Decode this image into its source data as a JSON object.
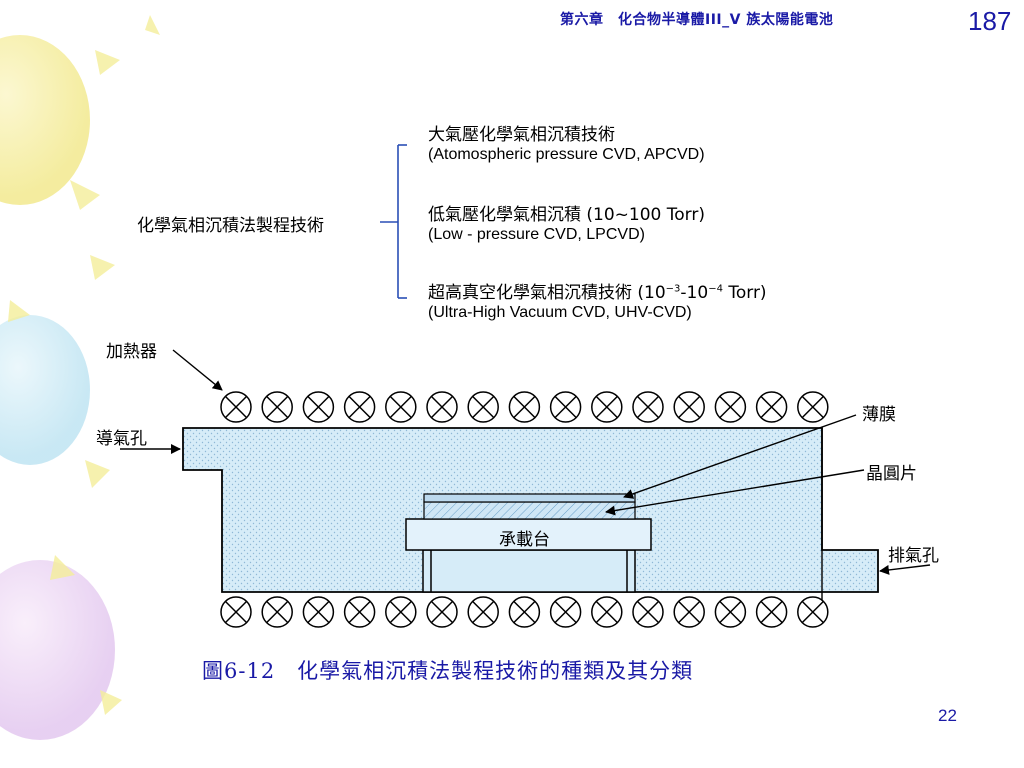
{
  "header": {
    "chapter_title": "第六章　化合物半導體III_V 族太陽能電池",
    "page_number": "187"
  },
  "tree": {
    "root_label": "化學氣相沉積法製程技術",
    "items": [
      {
        "zh": "大氣壓化學氣相沉積技術",
        "en": "(Atomospheric pressure CVD, APCVD)"
      },
      {
        "zh": "低氣壓化學氣相沉積 (10~100 Torr)",
        "en": "(Low - pressure CVD, LPCVD)"
      },
      {
        "zh_prefix": "超高真空化學氣相沉積技術 (10",
        "exp1": "−3",
        "mid": "-10",
        "exp2": "−4",
        "zh_suffix": " Torr)",
        "en": "(Ultra-High Vacuum CVD, UHV-CVD)"
      }
    ]
  },
  "reactor": {
    "heater_label": "加熱器",
    "gas_inlet_label": "導氣孔",
    "film_label": "薄膜",
    "wafer_label": "晶圓片",
    "susceptor_label": "承載台",
    "exhaust_label": "排氣孔",
    "heater_count_per_row": 15
  },
  "caption": "圖6-12　化學氣相沉積法製程技術的種類及其分類",
  "slide_number": "22",
  "colors": {
    "title_blue": "#1a1aa6",
    "chamber_fill": "#d6ecf8",
    "bracket_blue": "#2a4fb5"
  }
}
